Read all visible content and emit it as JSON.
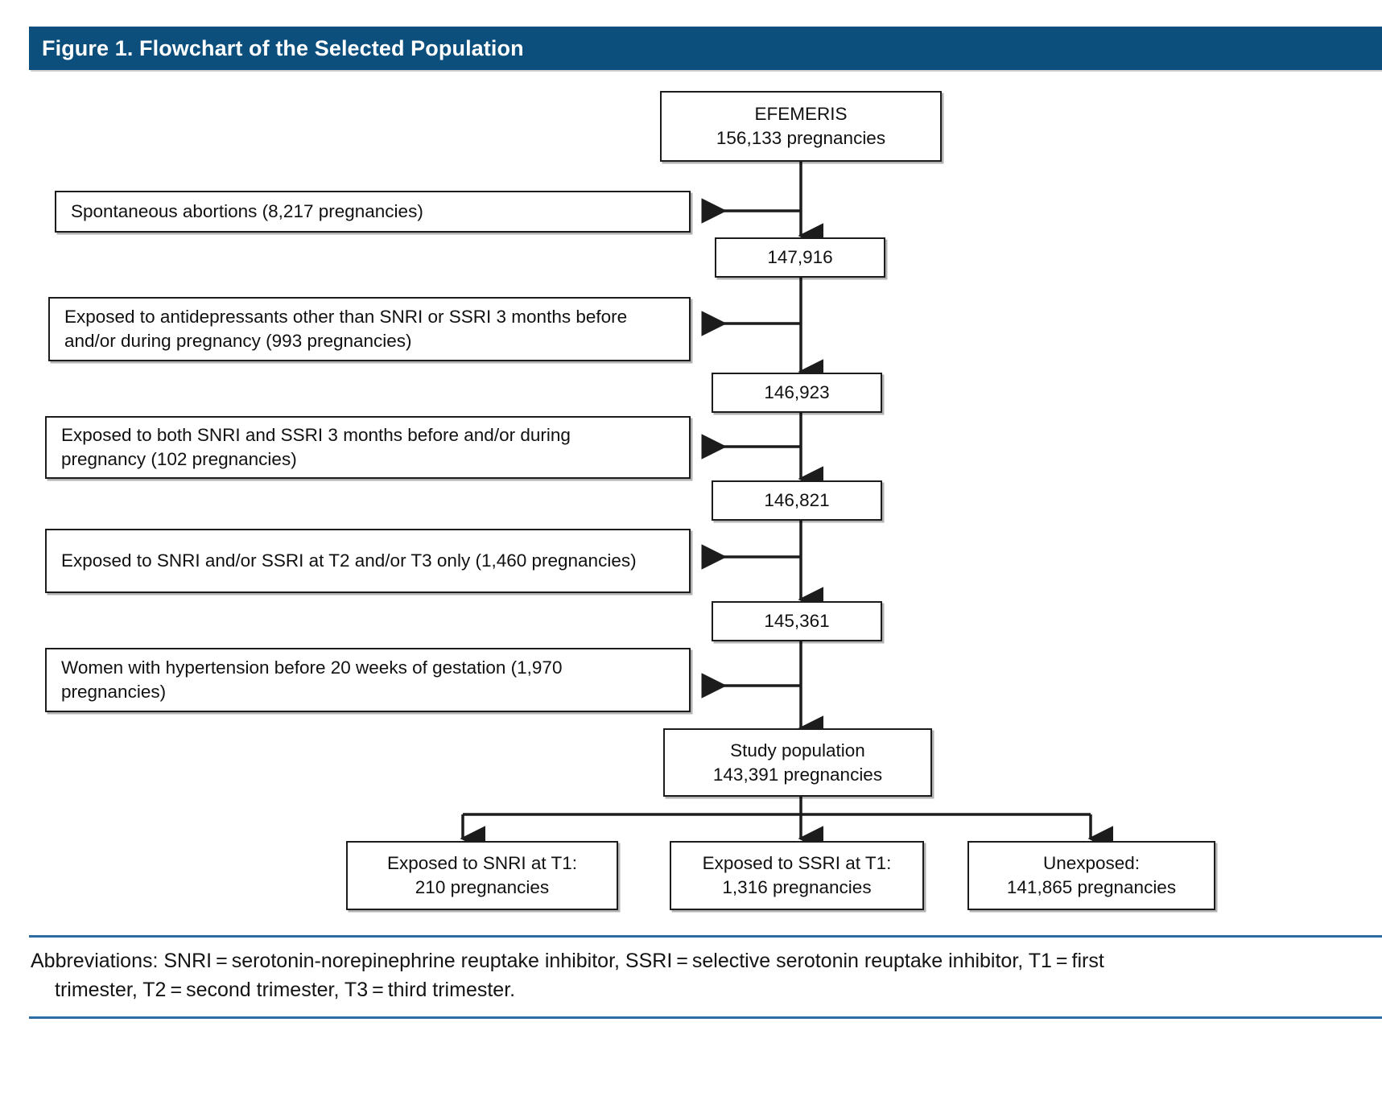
{
  "header": {
    "title": "Figure 1. Flowchart of the Selected Population",
    "bar_color": "#0d4f7c",
    "text_color": "#ffffff"
  },
  "chart_data": {
    "type": "diagram",
    "subtype": "flowchart",
    "title": "Figure 1. Flowchart of the Selected Population",
    "orientation": "top-to-bottom",
    "nodes": [
      {
        "id": "source",
        "column": "main",
        "line1": "EFEMERIS",
        "line2": "156,133 pregnancies",
        "value": 156133
      },
      {
        "id": "excl1",
        "column": "left",
        "line1": "Spontaneous abortions (8,217 pregnancies)",
        "line2": "",
        "value": 8217
      },
      {
        "id": "count1",
        "column": "main",
        "line1": "147,916",
        "line2": "",
        "value": 147916
      },
      {
        "id": "excl2",
        "column": "left",
        "line1": "Exposed to antidepressants other than SNRI or SSRI 3 months before",
        "line2": "and/or during pregnancy (993 pregnancies)",
        "value": 993
      },
      {
        "id": "count2",
        "column": "main",
        "line1": "146,923",
        "line2": "",
        "value": 146923
      },
      {
        "id": "excl3",
        "column": "left",
        "line1": "Exposed to both SNRI and SSRI 3 months before and/or during",
        "line2": "pregnancy (102 pregnancies)",
        "value": 102
      },
      {
        "id": "count3",
        "column": "main",
        "line1": "146,821",
        "line2": "",
        "value": 146821
      },
      {
        "id": "excl4",
        "column": "left",
        "line1": "Exposed to SNRI and/or SSRI at T2 and/or T3 only (1,460 pregnancies)",
        "line2": "",
        "value": 1460
      },
      {
        "id": "count4",
        "column": "main",
        "line1": "145,361",
        "line2": "",
        "value": 145361
      },
      {
        "id": "excl5",
        "column": "left",
        "line1": "Women with hypertension before 20 weeks of gestation (1,970",
        "line2": "pregnancies)",
        "value": 1970
      },
      {
        "id": "study",
        "column": "main",
        "line1": "Study population",
        "line2": "143,391 pregnancies",
        "value": 143391
      },
      {
        "id": "arm1",
        "column": "bottom",
        "line1": "Exposed to SNRI at T1:",
        "line2": "210 pregnancies",
        "value": 210
      },
      {
        "id": "arm2",
        "column": "bottom",
        "line1": "Exposed to SSRI at T1:",
        "line2": "1,316 pregnancies",
        "value": 1316
      },
      {
        "id": "arm3",
        "column": "bottom",
        "line1": "Unexposed:",
        "line2": "141,865 pregnancies",
        "value": 141865
      }
    ],
    "edges": [
      {
        "from": "source",
        "to": "count1",
        "type": "down"
      },
      {
        "from": "source",
        "to": "excl1",
        "type": "left"
      },
      {
        "from": "count1",
        "to": "count2",
        "type": "down"
      },
      {
        "from": "count1",
        "to": "excl2",
        "type": "left"
      },
      {
        "from": "count2",
        "to": "count3",
        "type": "down"
      },
      {
        "from": "count2",
        "to": "excl3",
        "type": "left"
      },
      {
        "from": "count3",
        "to": "count4",
        "type": "down"
      },
      {
        "from": "count3",
        "to": "excl4",
        "type": "left"
      },
      {
        "from": "count4",
        "to": "study",
        "type": "down"
      },
      {
        "from": "count4",
        "to": "excl5",
        "type": "left"
      },
      {
        "from": "study",
        "to": "arm1",
        "type": "split"
      },
      {
        "from": "study",
        "to": "arm2",
        "type": "split"
      },
      {
        "from": "study",
        "to": "arm3",
        "type": "split"
      }
    ]
  },
  "boxes": {
    "source": {
      "line1": "EFEMERIS",
      "line2": "156,133 pregnancies"
    },
    "excl1": {
      "line1": "Spontaneous abortions (8,217 pregnancies)",
      "line2": ""
    },
    "count1": {
      "line1": "147,916"
    },
    "excl2": {
      "line1": "Exposed to antidepressants other than SNRI or SSRI 3 months before",
      "line2": "and/or during pregnancy (993 pregnancies)"
    },
    "count2": {
      "line1": "146,923"
    },
    "excl3": {
      "line1": "Exposed to both SNRI and SSRI  3 months before and/or during",
      "line2": "pregnancy (102 pregnancies)"
    },
    "count3": {
      "line1": "146,821"
    },
    "excl4": {
      "line1": "Exposed to SNRI and/or SSRI at T2 and/or T3 only (1,460 pregnancies)",
      "line2": ""
    },
    "count4": {
      "line1": "145,361"
    },
    "excl5": {
      "line1": "Women with hypertension before 20 weeks of gestation (1,970",
      "line2": "pregnancies)"
    },
    "study": {
      "line1": "Study population",
      "line2": "143,391 pregnancies"
    },
    "arm1": {
      "line1": "Exposed to SNRI at T1:",
      "line2": "210 pregnancies"
    },
    "arm2": {
      "line1": "Exposed to SSRI at T1:",
      "line2": "1,316 pregnancies"
    },
    "arm3": {
      "line1": "Unexposed:",
      "line2": "141,865 pregnancies"
    }
  },
  "footer": {
    "abbreviations_line1": "Abbreviations: SNRI = serotonin-norepinephrine reuptake inhibitor, SSRI = selective serotonin reuptake inhibitor, T1 = first",
    "abbreviations_line2": "trimester, T2 = second trimester, T3 = third trimester.",
    "rule_color": "#2e6ca4"
  }
}
